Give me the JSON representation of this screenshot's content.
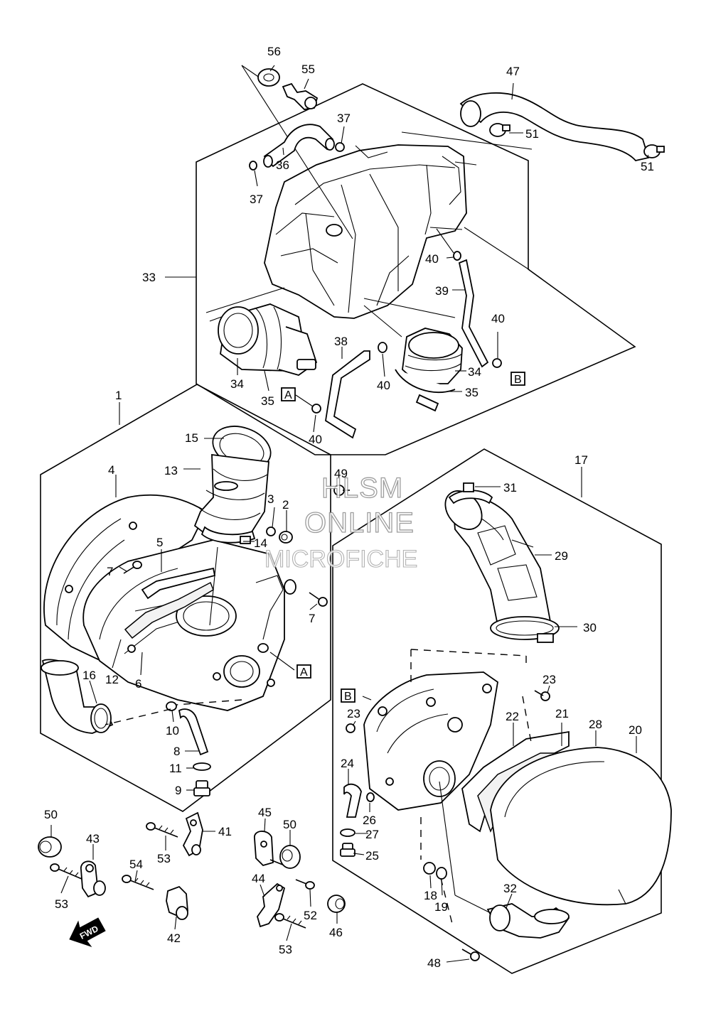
{
  "diagram": {
    "callouts": {
      "c1": "1",
      "c2": "2",
      "c3": "3",
      "c4": "4",
      "c5": "5",
      "c6": "6",
      "c7a": "7",
      "c7b": "7",
      "c8": "8",
      "c9": "9",
      "c10": "10",
      "c11": "11",
      "c12": "12",
      "c13": "13",
      "c14": "14",
      "c15": "15",
      "c16": "16",
      "c17": "17",
      "c18": "18",
      "c19": "19",
      "c20": "20",
      "c21": "21",
      "c22": "22",
      "c23a": "23",
      "c23b": "23",
      "c24": "24",
      "c25": "25",
      "c26": "26",
      "c27": "27",
      "c28": "28",
      "c29": "29",
      "c30": "30",
      "c31": "31",
      "c32": "32",
      "c33": "33",
      "c34a": "34",
      "c34b": "34",
      "c35a": "35",
      "c35b": "35",
      "c36": "36",
      "c37a": "37",
      "c37b": "37",
      "c38": "38",
      "c39": "39",
      "c40a": "40",
      "c40b": "40",
      "c40c": "40",
      "c40d": "40",
      "c41": "41",
      "c42": "42",
      "c43": "43",
      "c44": "44",
      "c45": "45",
      "c46": "46",
      "c47": "47",
      "c48": "48",
      "c49": "49",
      "c50a": "50",
      "c50b": "50",
      "c51a": "51",
      "c51b": "51",
      "c52": "52",
      "c53a": "53",
      "c53b": "53",
      "c53c": "53",
      "c54": "54",
      "c55": "55",
      "c56": "56"
    },
    "refs": {
      "ref_a1": "A",
      "ref_a2": "A",
      "ref_b1": "B",
      "ref_b2": "B"
    },
    "fwd_label": "FWD",
    "watermark": {
      "line1": "HLSM",
      "line2": "ONLINE",
      "line3": "MICROFICHE"
    }
  }
}
